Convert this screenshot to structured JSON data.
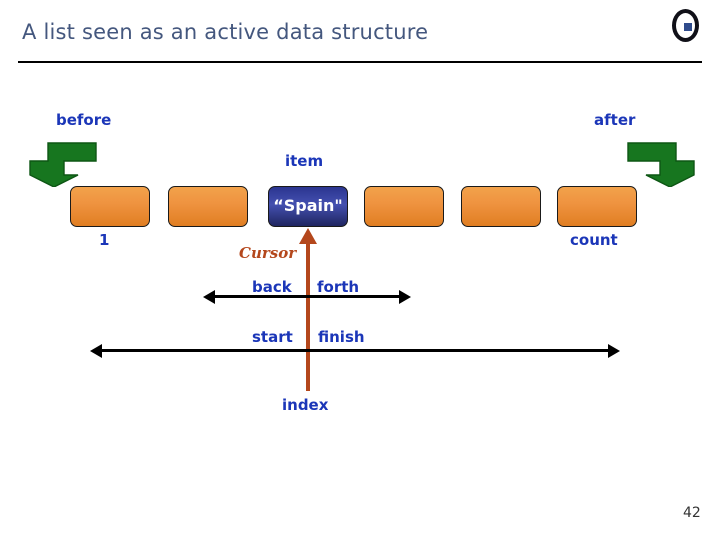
{
  "slide": {
    "title": "A list seen as an active data structure",
    "page_number": "42",
    "logo_icon": "circle-dot-logo-icon",
    "accent_colors": {
      "title_text": "#44577e",
      "label_blue": "#1b36b8",
      "cell_orange": "#ef9340",
      "cell_highlight_blue": "#2b3590",
      "arrow_green": "#17761f",
      "cursor_rust": "#b4471c",
      "rule_black": "#000000"
    }
  },
  "diagram": {
    "cells": [
      {
        "index": 1,
        "text": "",
        "highlighted": false
      },
      {
        "index": 2,
        "text": "",
        "highlighted": false
      },
      {
        "index": 3,
        "text": "“Spain\"",
        "highlighted": true
      },
      {
        "index": 4,
        "text": "",
        "highlighted": false
      },
      {
        "index": 5,
        "text": "",
        "highlighted": false
      },
      {
        "index": 6,
        "text": "",
        "highlighted": false
      }
    ],
    "labels": {
      "before": "before",
      "after": "after",
      "item": "item",
      "first_index": "1",
      "count": "count",
      "cursor": "Cursor",
      "back": "back",
      "forth": "forth",
      "start": "start",
      "finish": "finish",
      "index": "index"
    },
    "icons": {
      "elbow_arrow_left": "elbow-arrow-down-left-icon",
      "elbow_arrow_right": "elbow-arrow-down-right-icon",
      "cursor_pointer": "cursor-up-arrow-icon",
      "span_back_forth": "double-headed-arrow-icon",
      "span_start_finish": "double-headed-arrow-icon"
    }
  }
}
